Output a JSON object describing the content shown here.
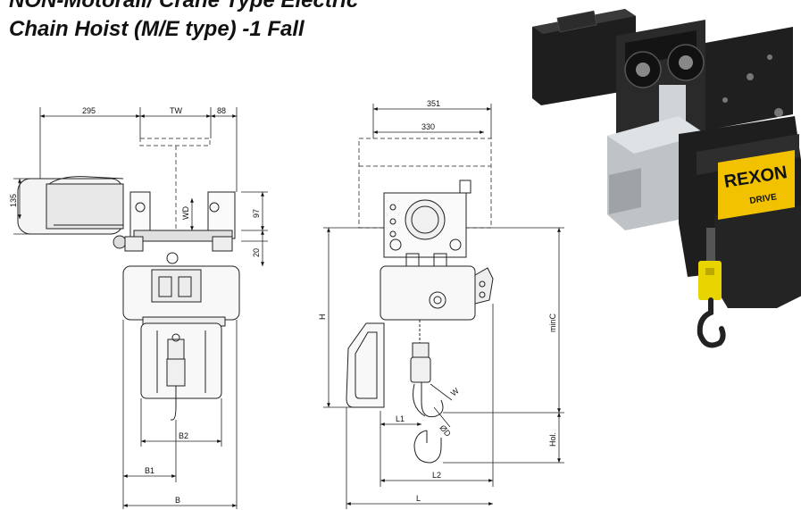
{
  "title": {
    "line1": "NON-Motorail/ Crane Type Electric",
    "line2": "Chain Hoist (M/E type) -1 Fall"
  },
  "front_view": {
    "labels": {
      "d295": "295",
      "tw": "TW",
      "d88": "88",
      "d135": "135",
      "wd": "WD",
      "d97": "97",
      "d20": "20",
      "b2": "B2",
      "b1": "B1",
      "b": "B"
    }
  },
  "side_view": {
    "labels": {
      "d351": "351",
      "d330": "330",
      "h": "H",
      "minc": "minC",
      "w": "W",
      "od": "ØD",
      "l1": "L1",
      "hol": "Hol.",
      "l2": "L2",
      "l": "L"
    }
  },
  "photo": {
    "brand_top": "REXON",
    "brand_bottom": "DRIVE"
  },
  "colors": {
    "housing": "#1e1e1e",
    "label_yellow": "#f2c200",
    "hook_yellow": "#e8d400",
    "gearbox": "#bfc3c6"
  }
}
